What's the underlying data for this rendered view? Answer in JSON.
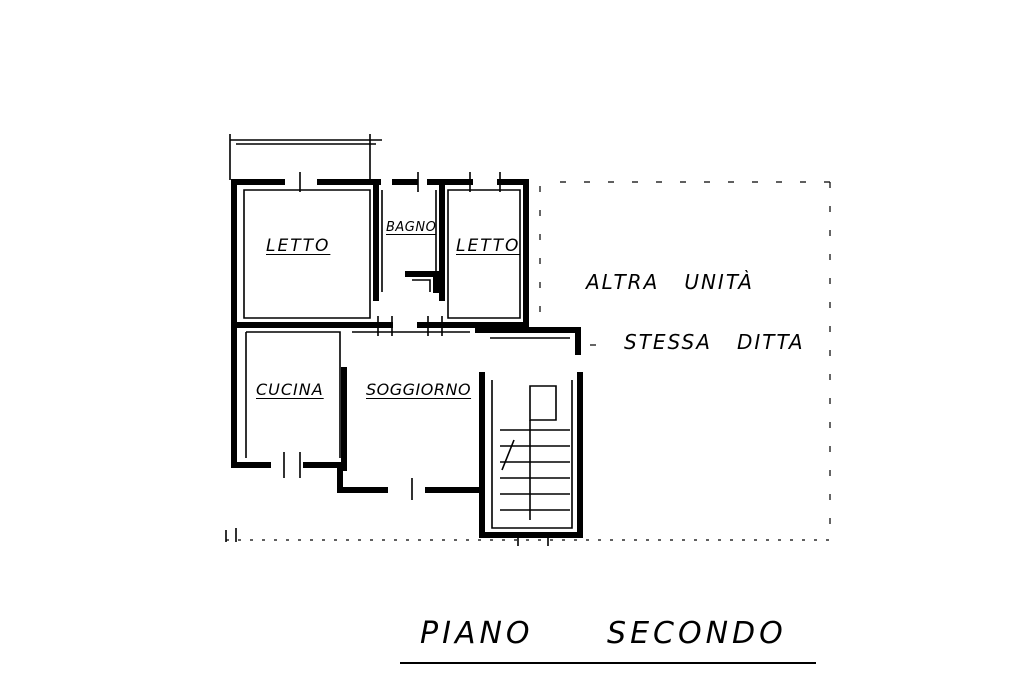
{
  "rooms": {
    "letto_1": "LETTO",
    "bagno": "BAGNO",
    "letto_2": "LETTO",
    "cucina": "CUCINA",
    "soggiorno": "SOGGIORNO"
  },
  "adjacent_unit": {
    "line_1": "ALTRA   UNITÀ",
    "line_2": "STESSA   DITTA"
  },
  "title": "PIANO SECONDO"
}
